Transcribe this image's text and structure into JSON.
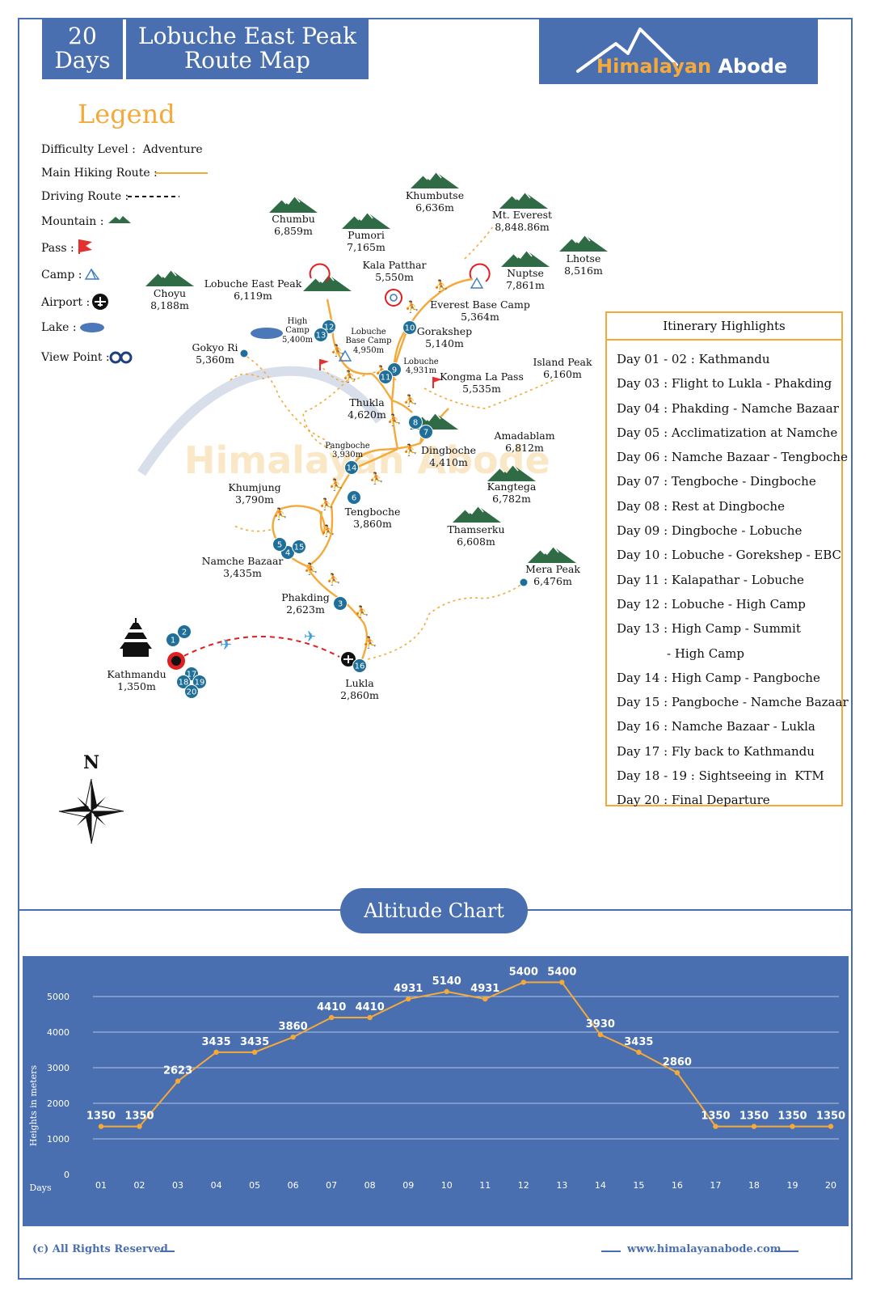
{
  "header": {
    "days_number": "20",
    "days_word": "Days",
    "title_line1": "Lobuche East Peak",
    "title_line2": "Route Map",
    "logo_word1": "Himalayan",
    "logo_word2": "Abode"
  },
  "legend": {
    "title": "Legend",
    "difficulty_label": "Difficulty Level :",
    "difficulty_value": "Adventure",
    "hiking_route": "Main Hiking Route :",
    "driving_route": "Driving Route :",
    "mountain": "Mountain :",
    "pass": "Pass :",
    "camp": "Camp :",
    "airport": "Airport :",
    "lake": "Lake :",
    "view_point": "View Point :"
  },
  "map": {
    "watermark": "Himalayan Abode",
    "north": "N",
    "places": [
      {
        "name": "Khumbutse",
        "alt": "6,636m"
      },
      {
        "name": "Mt. Everest",
        "alt": "8,848.86m"
      },
      {
        "name": "Chumbu",
        "alt": "6,859m"
      },
      {
        "name": "Pumori",
        "alt": "7,165m"
      },
      {
        "name": "Lhotse",
        "alt": "8,516m"
      },
      {
        "name": "Nuptse",
        "alt": "7,861m"
      },
      {
        "name": "Kala Patthar",
        "alt": "5,550m"
      },
      {
        "name": "Choyu",
        "alt": "8,188m"
      },
      {
        "name": "Lobuche East Peak",
        "alt": "6,119m"
      },
      {
        "name": "Everest Base Camp",
        "alt": "5,364m"
      },
      {
        "name": "High Camp",
        "alt": "5,400m"
      },
      {
        "name": "Lobuche Base Camp",
        "alt": "4,950m"
      },
      {
        "name": "Gorakshep",
        "alt": "5,140m"
      },
      {
        "name": "Gokyo Ri",
        "alt": "5,360m"
      },
      {
        "name": "Lobuche",
        "alt": "4,931m"
      },
      {
        "name": "Island Peak",
        "alt": "6,160m"
      },
      {
        "name": "Kongma La Pass",
        "alt": "5,535m"
      },
      {
        "name": "Thukla",
        "alt": "4,620m"
      },
      {
        "name": "Amadablam",
        "alt": "6,812m"
      },
      {
        "name": "Pangboche",
        "alt": "3,930m"
      },
      {
        "name": "Dingboche",
        "alt": "4,410m"
      },
      {
        "name": "Kangtega",
        "alt": "6,782m"
      },
      {
        "name": "Khumjung",
        "alt": "3,790m"
      },
      {
        "name": "Tengboche",
        "alt": "3,860m"
      },
      {
        "name": "Thamserku",
        "alt": "6,608m"
      },
      {
        "name": "Namche Bazaar",
        "alt": "3,435m"
      },
      {
        "name": "Mera Peak",
        "alt": "6,476m"
      },
      {
        "name": "Phakding",
        "alt": "2,623m"
      },
      {
        "name": "Kathmandu",
        "alt": "1,350m"
      },
      {
        "name": "Lukla",
        "alt": "2,860m"
      }
    ],
    "day_markers": [
      "1",
      "2",
      "3",
      "4",
      "5",
      "6",
      "7",
      "8",
      "9",
      "10",
      "11",
      "12",
      "13",
      "14",
      "15",
      "16",
      "17",
      "18",
      "19",
      "20"
    ]
  },
  "itinerary": {
    "title": "Itinerary Highlights",
    "items": [
      "Day 01 - 02 : Kathmandu",
      "Day 03 : Flight to Lukla - Phakding",
      "Day 04 : Phakding - Namche Bazaar",
      "Day 05 : Acclimatization at Namche",
      "Day 06 : Namche Bazaar - Tengboche",
      "Day 07 : Tengboche - Dingboche",
      "Day 08 : Rest at Dingboche",
      "Day 09 : Dingboche - Lobuche",
      "Day 10 : Lobuche - Gorekshep - EBC",
      "Day 11 : Kalapathar - Lobuche",
      "Day 12 : Lobuche - High Camp",
      "Day 13 : High Camp - Summit",
      "             - High Camp",
      "Day 14 : High Camp - Pangboche",
      "Day 15 : Pangboche - Namche Bazaar",
      "Day 16 : Namche Bazaar - Lukla",
      "Day 17 : Fly back to Kathmandu",
      "Day 18 - 19 : Sightseeing in  KTM",
      "Day 20 : Final Departure"
    ]
  },
  "chart_title": "Altitude Chart",
  "chart_data": {
    "type": "line",
    "ylabel": "Heights in meters",
    "xlabel": "Days",
    "ylim": [
      0,
      5000
    ],
    "yticks": [
      0,
      1000,
      2000,
      3000,
      4000,
      5000
    ],
    "categories": [
      "01",
      "02",
      "03",
      "04",
      "05",
      "06",
      "07",
      "08",
      "09",
      "10",
      "11",
      "12",
      "13",
      "14",
      "15",
      "16",
      "17",
      "18",
      "19",
      "20"
    ],
    "values": [
      1350,
      1350,
      2623,
      3435,
      3435,
      3860,
      4410,
      4410,
      4931,
      5140,
      4931,
      5400,
      5400,
      3930,
      3435,
      2860,
      1350,
      1350,
      1350,
      1350
    ],
    "colors": {
      "line": "#f4a93a",
      "background": "#4a6fb0",
      "grid": "#ffffff"
    }
  },
  "footer": {
    "left": "(c) All Rights Reserved",
    "right": "www.himalayanabode.com"
  },
  "colors": {
    "brand_blue": "#4a6fb0",
    "accent_orange": "#f4a93a",
    "marker_blue": "#1f6f99",
    "mountain_green": "#2f6b45"
  }
}
